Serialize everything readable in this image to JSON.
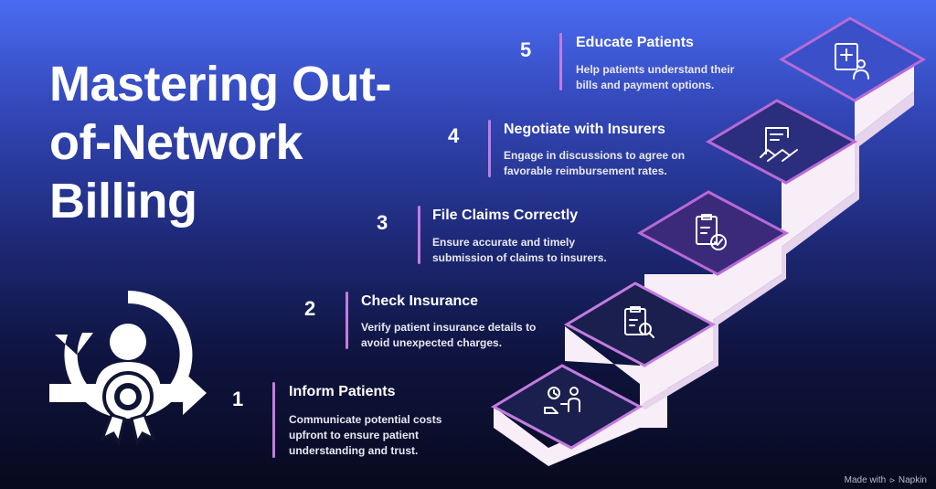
{
  "title": "Mastering Out-of-Network Billing",
  "steps": [
    {
      "number": "1",
      "title": "Inform Patients",
      "description": "Communicate potential costs upfront to ensure patient understanding and trust.",
      "icon": "consultation-icon"
    },
    {
      "number": "2",
      "title": "Check Insurance",
      "description": "Verify patient insurance details to avoid unexpected charges.",
      "icon": "clipboard-search-icon"
    },
    {
      "number": "3",
      "title": "File Claims Correctly",
      "description": "Ensure accurate and timely submission of claims to insurers.",
      "icon": "clipboard-check-icon"
    },
    {
      "number": "4",
      "title": "Negotiate with Insurers",
      "description": "Engage in discussions to agree on favorable reimbursement rates.",
      "icon": "handshake-contract-icon"
    },
    {
      "number": "5",
      "title": "Educate Patients",
      "description": "Help patients understand their bills and payment options.",
      "icon": "patient-card-icon"
    }
  ],
  "footer": {
    "label": "Made with",
    "brand": "Napkin"
  },
  "colors": {
    "accent": "#c37ce0",
    "step_face": "#f7eef8",
    "step_top": "#b86ad6"
  }
}
